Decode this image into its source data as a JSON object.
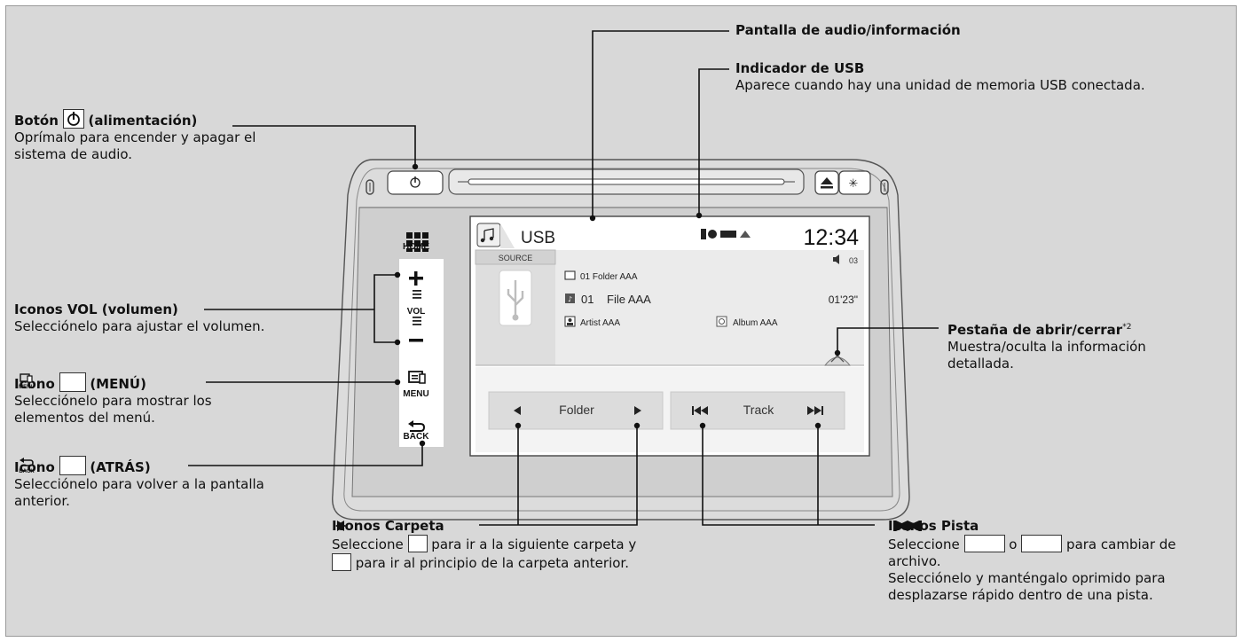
{
  "callouts": {
    "power": {
      "title": "Botón",
      "title_suffix": "(alimentación)",
      "desc": [
        "Oprímalo para encender y apagar el",
        "sistema de audio."
      ]
    },
    "vol": {
      "title": "Iconos VOL (volumen)",
      "desc": [
        "Selecciónelo para ajustar el volumen."
      ]
    },
    "menu": {
      "title": "Icono",
      "title_suffix": "(MENÚ)",
      "desc": [
        "Selecciónelo para mostrar los",
        "elementos del menú."
      ]
    },
    "back": {
      "title": "Icono",
      "title_suffix": "(ATRÁS)",
      "desc": [
        "Selecciónelo para volver a la pantalla",
        "anterior."
      ]
    },
    "screen": {
      "title": "Pantalla de audio/información"
    },
    "usb": {
      "title": "Indicador de USB",
      "desc": [
        "Aparece cuando hay una unidad de memoria USB conectada."
      ]
    },
    "tab": {
      "title": "Pestaña de abrir/cerrar",
      "sup": "*2",
      "desc": [
        "Muestra/oculta la información",
        "detallada."
      ]
    },
    "folder": {
      "title": "Iconos Carpeta",
      "line1_pre": "Seleccione",
      "line1_post": "para ir a la siguiente carpeta y",
      "line2_post": "para ir al principio de la carpeta anterior."
    },
    "track": {
      "title": "Iconos Pista",
      "line1_pre": "Seleccione",
      "line1_mid": "o",
      "line1_post": "para cambiar de",
      "line2": "archivo.",
      "line3": "Selecciónelo y manténgalo oprimido para",
      "line4": "desplazarse rápido dentro de una pista."
    }
  },
  "unit": {
    "home_label": "HOME",
    "vol_label": "VOL",
    "menu_label": "MENU",
    "back_label": "BACK",
    "screen": {
      "source_title": "USB",
      "time": "12:34",
      "source_button": "SOURCE",
      "folder": "01 Folder AAA",
      "track_no": "01",
      "file": "File AAA",
      "artist": "Artist AAA",
      "album": "Album AAA",
      "elapsed": "01'23\"",
      "volume_level": "03",
      "folder_button": "Folder",
      "track_button": "Track"
    }
  }
}
